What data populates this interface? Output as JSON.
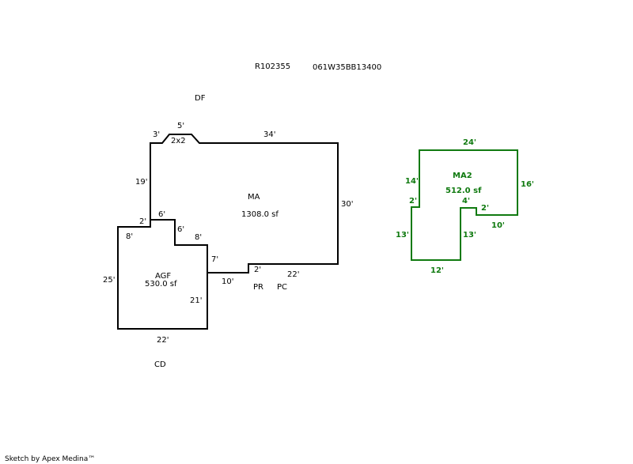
{
  "header": {
    "account": "R102355",
    "map_tax_lot": "061W35BB13400"
  },
  "labels": {
    "df": "DF",
    "cd": "CD",
    "pr": "PR",
    "pc": "PC"
  },
  "ma": {
    "name": "MA",
    "area": "1308.0 sf",
    "dims": {
      "top_left": "3'",
      "top_notch": "5'",
      "notch_code": "2x2",
      "top_right": "34'",
      "right": "30'",
      "left": "19'",
      "step_left": "2'",
      "step_top": "6'",
      "step_down": "6'",
      "step_right": "8'",
      "inner_down": "7'",
      "inner_bottom": "10'",
      "bottom_step": "2'",
      "bottom_right": "22'"
    }
  },
  "agf": {
    "name": "AGF",
    "area": "530.0 sf",
    "dims": {
      "top": "8'",
      "left": "25'",
      "right": "21'",
      "bottom": "22'"
    }
  },
  "ma2": {
    "name": "MA2",
    "area": "512.0 sf",
    "color": "#107a10",
    "dims": {
      "top": "24'",
      "right": "16'",
      "left_upper": "14'",
      "left_step": "2'",
      "left_lower": "13'",
      "bottom": "12'",
      "inner_vertical": "13'",
      "inner_top": "4'",
      "inner_step": "2'",
      "inner_bottom": "10'"
    }
  },
  "footer": {
    "credit": "Sketch by Apex Medina™"
  }
}
